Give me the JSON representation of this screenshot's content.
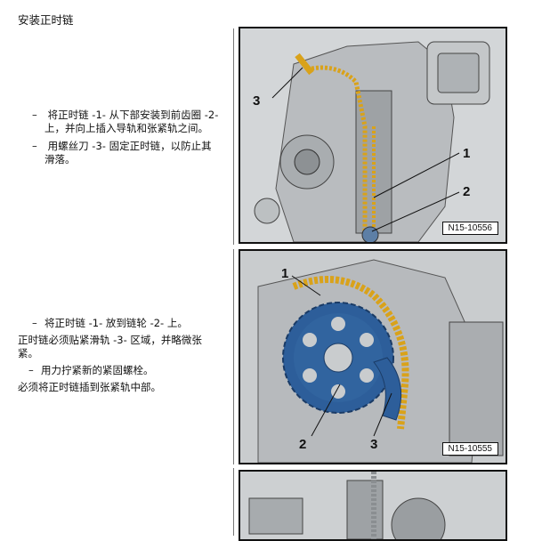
{
  "title": "安装正时链",
  "section1": {
    "steps": [
      {
        "lines": [
          "将正时链 -1- 从下部安装到前齿圈 -2-",
          "上，并向上插入导轨和张紧轨之间。"
        ]
      },
      {
        "lines": [
          "用螺丝刀 -3- 固定正时链，以防止其",
          "滑落。"
        ]
      }
    ]
  },
  "section2": {
    "step1": "将正时链 -1- 放到链轮 -2- 上。",
    "note1_lines": [
      "正时链必须贴紧滑轨 -3- 区域，并略微张",
      "紧。"
    ],
    "step2": "用力拧紧新的紧固螺栓。",
    "note2": "必须将正时链插到张紧轨中部。"
  },
  "figure1": {
    "label": "N15-10556",
    "callouts": [
      "3",
      "1",
      "2"
    ]
  },
  "figure2": {
    "label": "N15-10555",
    "callouts": [
      "1",
      "2",
      "3"
    ]
  }
}
